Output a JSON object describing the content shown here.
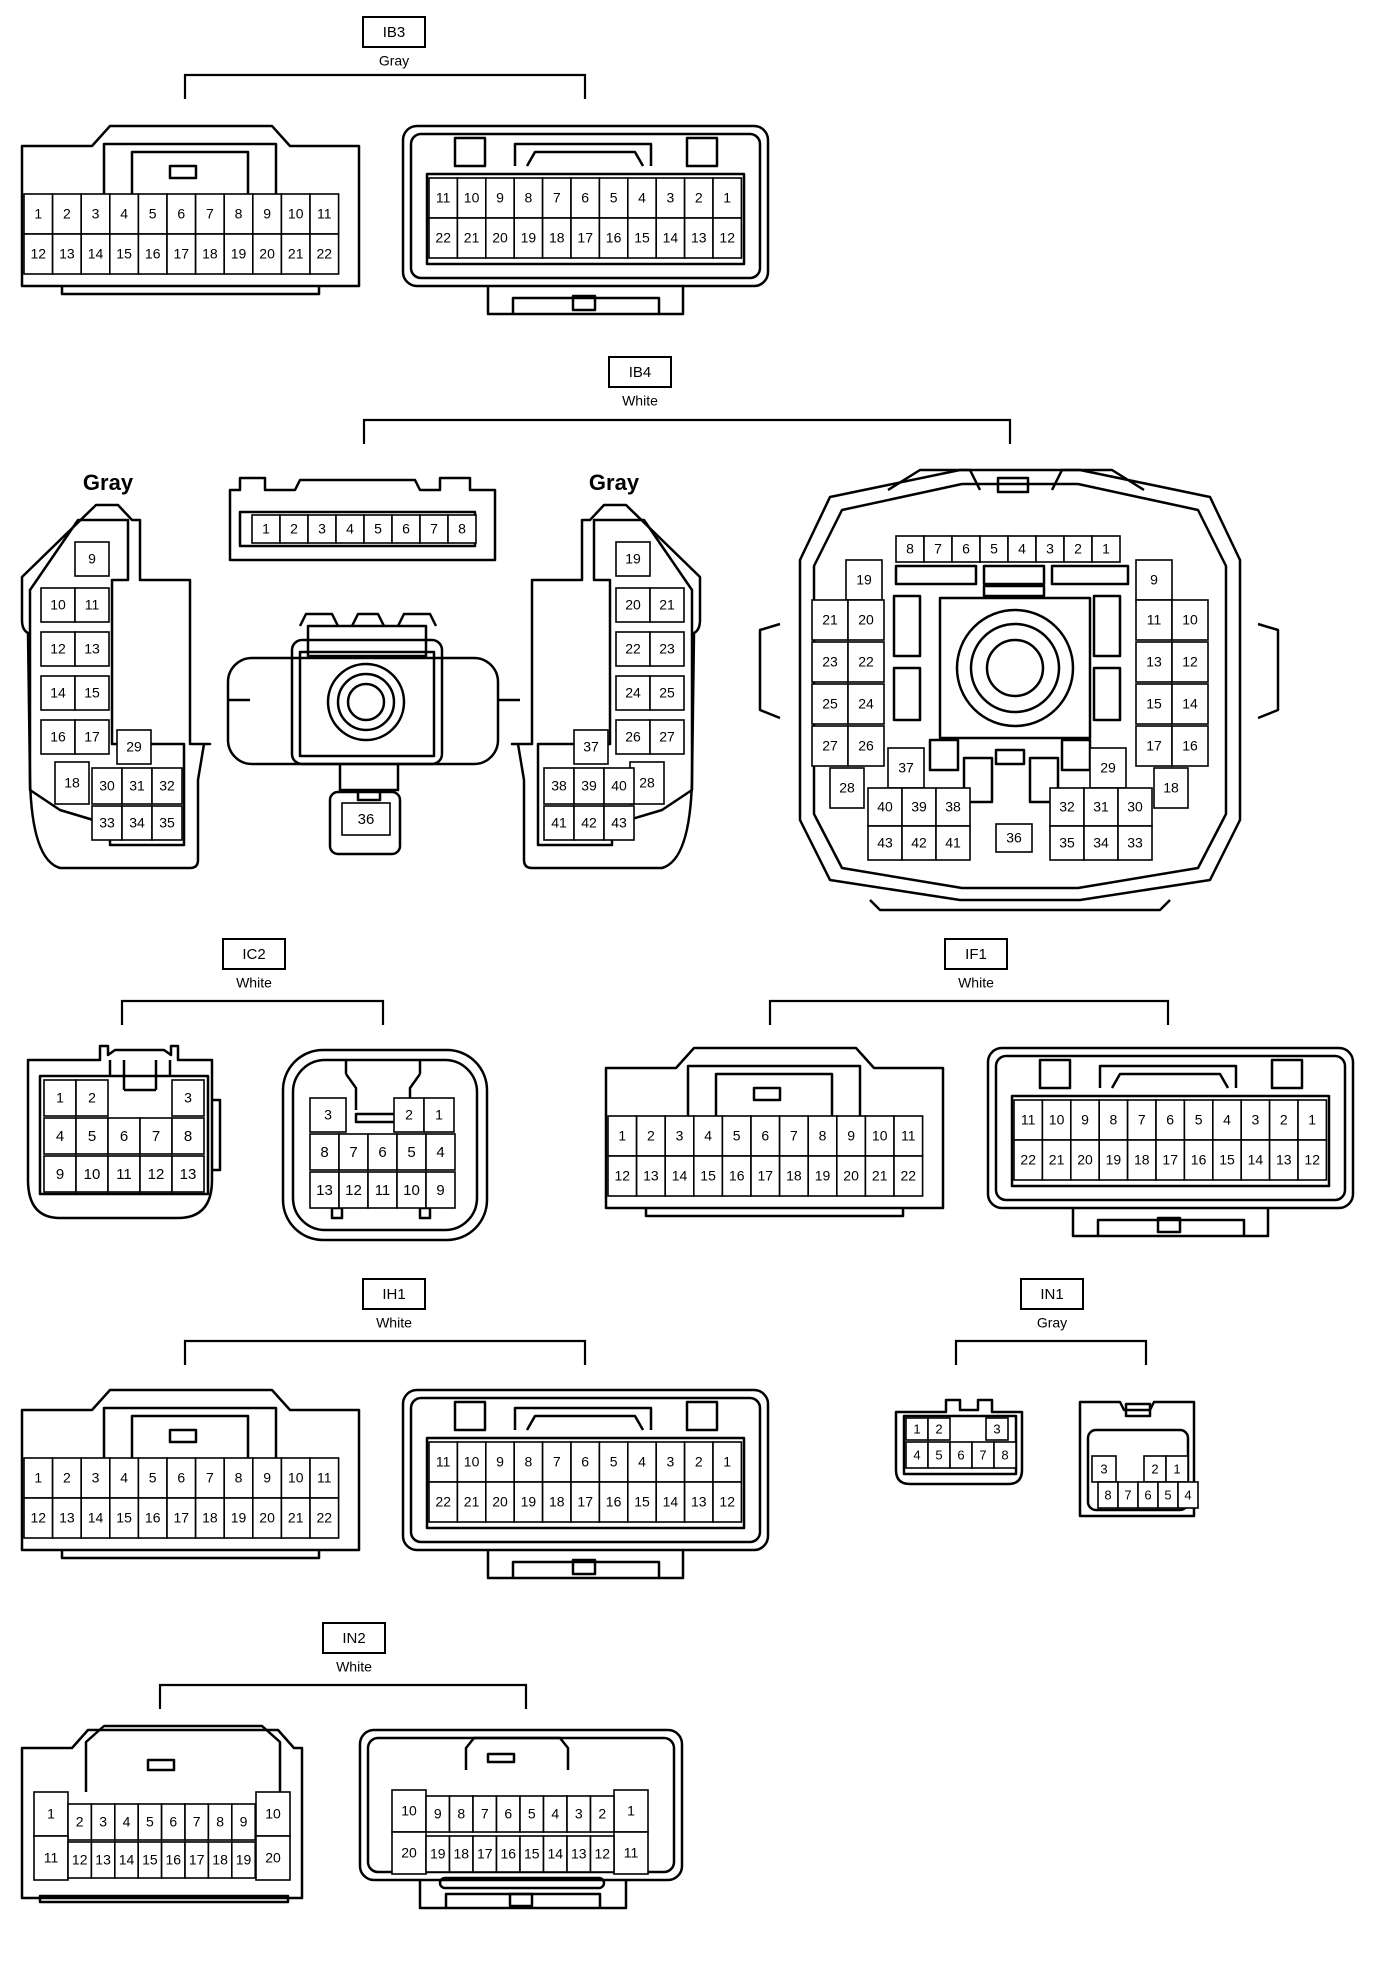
{
  "groups": [
    {
      "id": "IB3",
      "code": "IB3",
      "color": "Gray"
    },
    {
      "id": "IB4",
      "code": "IB4",
      "color": "White"
    },
    {
      "id": "IC2",
      "code": "IC2",
      "color": "White"
    },
    {
      "id": "IF1",
      "code": "IF1",
      "color": "White"
    },
    {
      "id": "IH1",
      "code": "IH1",
      "color": "White"
    },
    {
      "id": "IN1",
      "code": "IN1",
      "color": "Gray"
    },
    {
      "id": "IN2",
      "code": "IN2",
      "color": "White"
    }
  ],
  "color_notes": {
    "ib4_left": "Gray",
    "ib4_mid": "Gray"
  },
  "connectors": {
    "ib3_left": {
      "rows": [
        [
          "1",
          "2",
          "3",
          "4",
          "5",
          "6",
          "7",
          "8",
          "9",
          "10",
          "11"
        ],
        [
          "12",
          "13",
          "14",
          "15",
          "16",
          "17",
          "18",
          "19",
          "20",
          "21",
          "22"
        ]
      ]
    },
    "ib3_right": {
      "rows": [
        [
          "11",
          "10",
          "9",
          "8",
          "7",
          "6",
          "5",
          "4",
          "3",
          "2",
          "1"
        ],
        [
          "22",
          "21",
          "20",
          "19",
          "18",
          "17",
          "16",
          "15",
          "14",
          "13",
          "12"
        ]
      ]
    },
    "ib4_strip": {
      "rows": [
        [
          "1",
          "2",
          "3",
          "4",
          "5",
          "6",
          "7",
          "8"
        ]
      ]
    },
    "ib4_small": {
      "pins": [
        "36"
      ]
    },
    "ib4_left": {
      "pins": [
        "9",
        "10",
        "11",
        "12",
        "13",
        "14",
        "15",
        "16",
        "17",
        "29",
        "18",
        "30",
        "31",
        "32",
        "33",
        "34",
        "35"
      ]
    },
    "ib4_mid": {
      "pins": [
        "19",
        "20",
        "21",
        "22",
        "23",
        "24",
        "25",
        "26",
        "27",
        "37",
        "28",
        "38",
        "39",
        "40",
        "41",
        "42",
        "43"
      ]
    },
    "ib4_big": {
      "pins": [
        "8",
        "7",
        "6",
        "5",
        "4",
        "3",
        "2",
        "1",
        "19",
        "21",
        "20",
        "23",
        "22",
        "25",
        "24",
        "27",
        "26",
        "28",
        "37",
        "40",
        "39",
        "38",
        "43",
        "42",
        "41",
        "36",
        "9",
        "11",
        "10",
        "13",
        "12",
        "15",
        "14",
        "17",
        "16",
        "29",
        "18",
        "32",
        "31",
        "30",
        "35",
        "34",
        "33"
      ]
    },
    "ic2_left": {
      "rows": [
        [
          "1",
          "2",
          "3"
        ],
        [
          "4",
          "5",
          "6",
          "7",
          "8"
        ],
        [
          "9",
          "10",
          "11",
          "12",
          "13"
        ]
      ]
    },
    "ic2_right": {
      "rows": [
        [
          "3",
          "2",
          "1"
        ],
        [
          "8",
          "7",
          "6",
          "5",
          "4"
        ],
        [
          "13",
          "12",
          "11",
          "10",
          "9"
        ]
      ]
    },
    "if1_left": {
      "rows": [
        [
          "1",
          "2",
          "3",
          "4",
          "5",
          "6",
          "7",
          "8",
          "9",
          "10",
          "11"
        ],
        [
          "12",
          "13",
          "14",
          "15",
          "16",
          "17",
          "18",
          "19",
          "20",
          "21",
          "22"
        ]
      ]
    },
    "if1_right": {
      "rows": [
        [
          "11",
          "10",
          "9",
          "8",
          "7",
          "6",
          "5",
          "4",
          "3",
          "2",
          "1"
        ],
        [
          "22",
          "21",
          "20",
          "19",
          "18",
          "17",
          "16",
          "15",
          "14",
          "13",
          "12"
        ]
      ]
    },
    "ih1_left": {
      "rows": [
        [
          "1",
          "2",
          "3",
          "4",
          "5",
          "6",
          "7",
          "8",
          "9",
          "10",
          "11"
        ],
        [
          "12",
          "13",
          "14",
          "15",
          "16",
          "17",
          "18",
          "19",
          "20",
          "21",
          "22"
        ]
      ]
    },
    "ih1_right": {
      "rows": [
        [
          "11",
          "10",
          "9",
          "8",
          "7",
          "6",
          "5",
          "4",
          "3",
          "2",
          "1"
        ],
        [
          "22",
          "21",
          "20",
          "19",
          "18",
          "17",
          "16",
          "15",
          "14",
          "13",
          "12"
        ]
      ]
    },
    "in1_left": {
      "rows": [
        [
          "1",
          "2",
          "3"
        ],
        [
          "4",
          "5",
          "6",
          "7",
          "8"
        ]
      ]
    },
    "in1_right": {
      "rows": [
        [
          "3",
          "2",
          "1"
        ],
        [
          "8",
          "7",
          "6",
          "5",
          "4"
        ]
      ]
    },
    "in2_left": {
      "rows": [
        [
          "1",
          "2",
          "3",
          "4",
          "5",
          "6",
          "7",
          "8",
          "9",
          "10"
        ],
        [
          "11",
          "12",
          "13",
          "14",
          "15",
          "16",
          "17",
          "18",
          "19",
          "20"
        ]
      ]
    },
    "in2_right": {
      "rows": [
        [
          "10",
          "9",
          "8",
          "7",
          "6",
          "5",
          "4",
          "3",
          "2",
          "1"
        ],
        [
          "20",
          "19",
          "18",
          "17",
          "16",
          "15",
          "14",
          "13",
          "12",
          "11"
        ]
      ]
    }
  }
}
